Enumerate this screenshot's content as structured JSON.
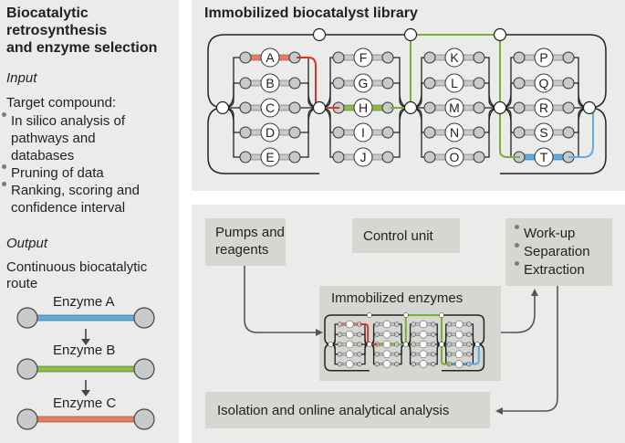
{
  "left_panel": {
    "title_lines": [
      "Biocatalytic",
      "retrosynthesis",
      "and enzyme selection"
    ],
    "input_heading": "Input",
    "target_compound_label": "Target compound:",
    "input_bullets": [
      [
        "In silico analysis of",
        "pathways and",
        "databases"
      ],
      [
        "Pruning of data"
      ],
      [
        "Ranking, scoring and",
        "confidence interval"
      ]
    ],
    "output_heading": "Output",
    "output_text_lines": [
      "Continuous biocatalytic",
      "route"
    ],
    "enzymes": [
      {
        "label": "Enzyme A",
        "color": "#5aaee0"
      },
      {
        "label": "Enzyme B",
        "color": "#8cbf3f"
      },
      {
        "label": "Enzyme C",
        "color": "#ef7a5a"
      }
    ]
  },
  "library_panel": {
    "title": "Immobilized biocatalyst library",
    "columns": [
      [
        "A",
        "B",
        "C",
        "D",
        "E"
      ],
      [
        "F",
        "G",
        "H",
        "I",
        "J"
      ],
      [
        "K",
        "L",
        "M",
        "N",
        "O"
      ],
      [
        "P",
        "Q",
        "R",
        "S",
        "T"
      ]
    ],
    "highlighted": {
      "A": "#ef7a5a",
      "H": "#8cbf3f",
      "T": "#5aaee0"
    },
    "colors": {
      "red_path": "#d9342b",
      "green_path": "#7ab03a",
      "blue_path": "#5aaee0",
      "node_fill": "#c7c9ca"
    }
  },
  "process_panel": {
    "pumps_lines": [
      "Pumps and",
      "reagents"
    ],
    "control_unit": "Control unit",
    "workup_bullets": [
      "Work-up",
      "Separation",
      "Extraction"
    ],
    "immobilized_enzymes": "Immobilized enzymes",
    "isolation": "Isolation and online analytical analysis"
  }
}
